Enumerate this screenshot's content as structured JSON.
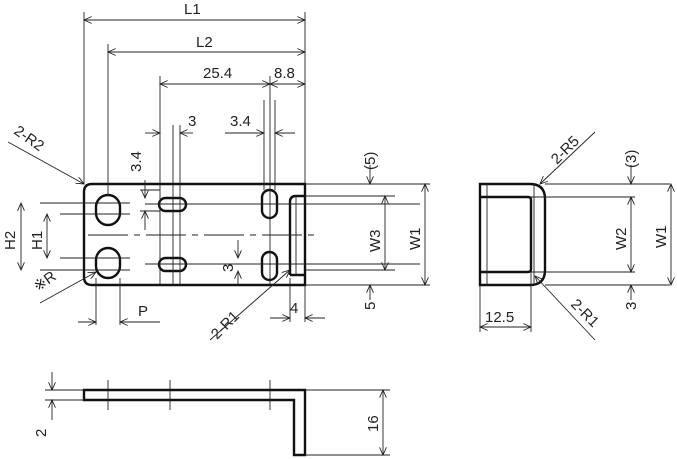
{
  "labels": {
    "L1": "L1",
    "L2": "L2",
    "d25_4": "25.4",
    "d8_8": "8.8",
    "d3_top": "3",
    "d3_4_top": "3.4",
    "d3_4_vert": "3.4",
    "r2_R2": "2-R2",
    "H2": "H2",
    "H1": "H1",
    "R_note": "※R",
    "d3_mid": "3",
    "P": "P",
    "r2_R1_front": "2-R1",
    "d4": "4",
    "d5_paren": "(5)",
    "W3": "W3",
    "W1_front": "W1",
    "d5": "5",
    "r2_R5": "2-R5",
    "d3_paren": "(3)",
    "W2": "W2",
    "W1_side": "W1",
    "d3_side": "3",
    "d12_5": "12.5",
    "r2_R1_side": "2-R1",
    "d2": "2",
    "d16": "16"
  },
  "colors": {
    "line": "#111111",
    "background": "#ffffff"
  }
}
